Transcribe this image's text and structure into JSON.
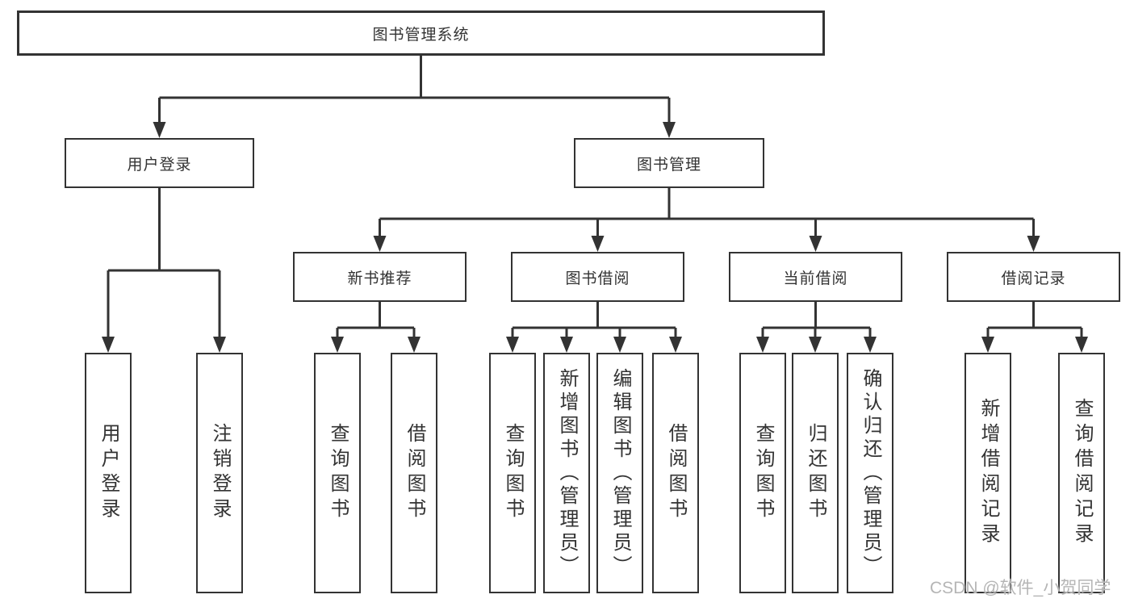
{
  "diagram": {
    "type": "hierarchy-tree",
    "title": "图书管理系统",
    "tree": {
      "root": {
        "label": "图书管理系统",
        "children": [
          {
            "label": "用户登录",
            "children": [
              {
                "label": "用户登录"
              },
              {
                "label": "注销登录"
              }
            ]
          },
          {
            "label": "图书管理",
            "children": [
              {
                "label": "新书推荐",
                "children": [
                  {
                    "label": "查询图书"
                  },
                  {
                    "label": "借阅图书"
                  }
                ]
              },
              {
                "label": "图书借阅",
                "children": [
                  {
                    "label": "查询图书"
                  },
                  {
                    "label": "新增图书（管理员）"
                  },
                  {
                    "label": "编辑图书（管理员）"
                  },
                  {
                    "label": "借阅图书"
                  }
                ]
              },
              {
                "label": "当前借阅",
                "children": [
                  {
                    "label": "查询图书"
                  },
                  {
                    "label": "归还图书"
                  },
                  {
                    "label": "确认归还（管理员）"
                  }
                ]
              },
              {
                "label": "借阅记录",
                "children": [
                  {
                    "label": "新增借阅记录"
                  },
                  {
                    "label": "查询借阅记录"
                  }
                ]
              }
            ]
          }
        ]
      }
    },
    "colors": {
      "line": "#333333",
      "box_border": "#333333",
      "box_fill": "#ffffff",
      "text": "#333333",
      "background": "#ffffff",
      "watermark": "#b5b5b5"
    }
  },
  "watermark": {
    "text": "CSDN @软件_小贺同学"
  }
}
